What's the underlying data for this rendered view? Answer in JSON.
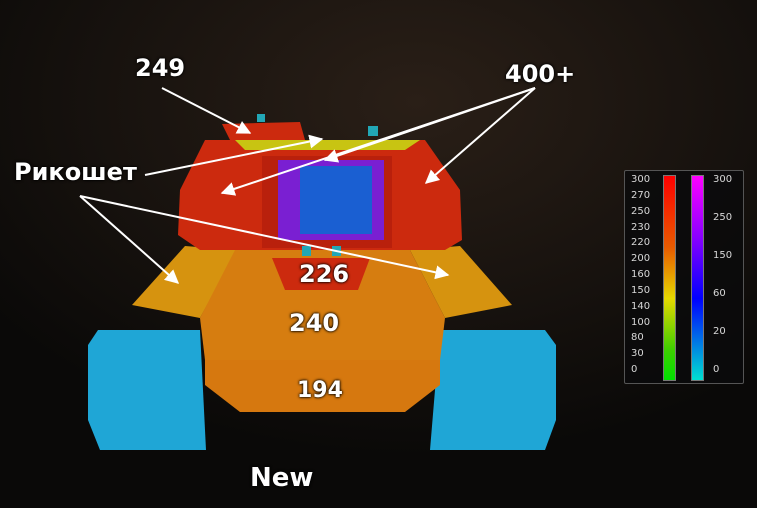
{
  "armor_labels": {
    "cupola": "249",
    "upper_turret": "400+",
    "ricochet": "Рикошет",
    "mantlet_lower": "226",
    "hull_upper": "240",
    "hull_lower": "194",
    "caption": "New"
  },
  "legend": {
    "left_scale": [
      "300",
      "270",
      "250",
      "230",
      "220",
      "200",
      "160",
      "150",
      "140",
      "100",
      "80",
      "30",
      "0"
    ],
    "right_scale": [
      "300",
      "250",
      "150",
      "60",
      "20",
      "0"
    ]
  },
  "colors": {
    "turret_red": "#cc2a0e",
    "roof_yellow": "#c8c412",
    "hull_orange": "#d67d10",
    "hull_cheek": "#d6930f",
    "track_cyan": "#1fa6d6",
    "gun_blue": "#1a5fd2",
    "gun_purple": "#7a1fd2",
    "spot_teal": "#22a7b6"
  }
}
